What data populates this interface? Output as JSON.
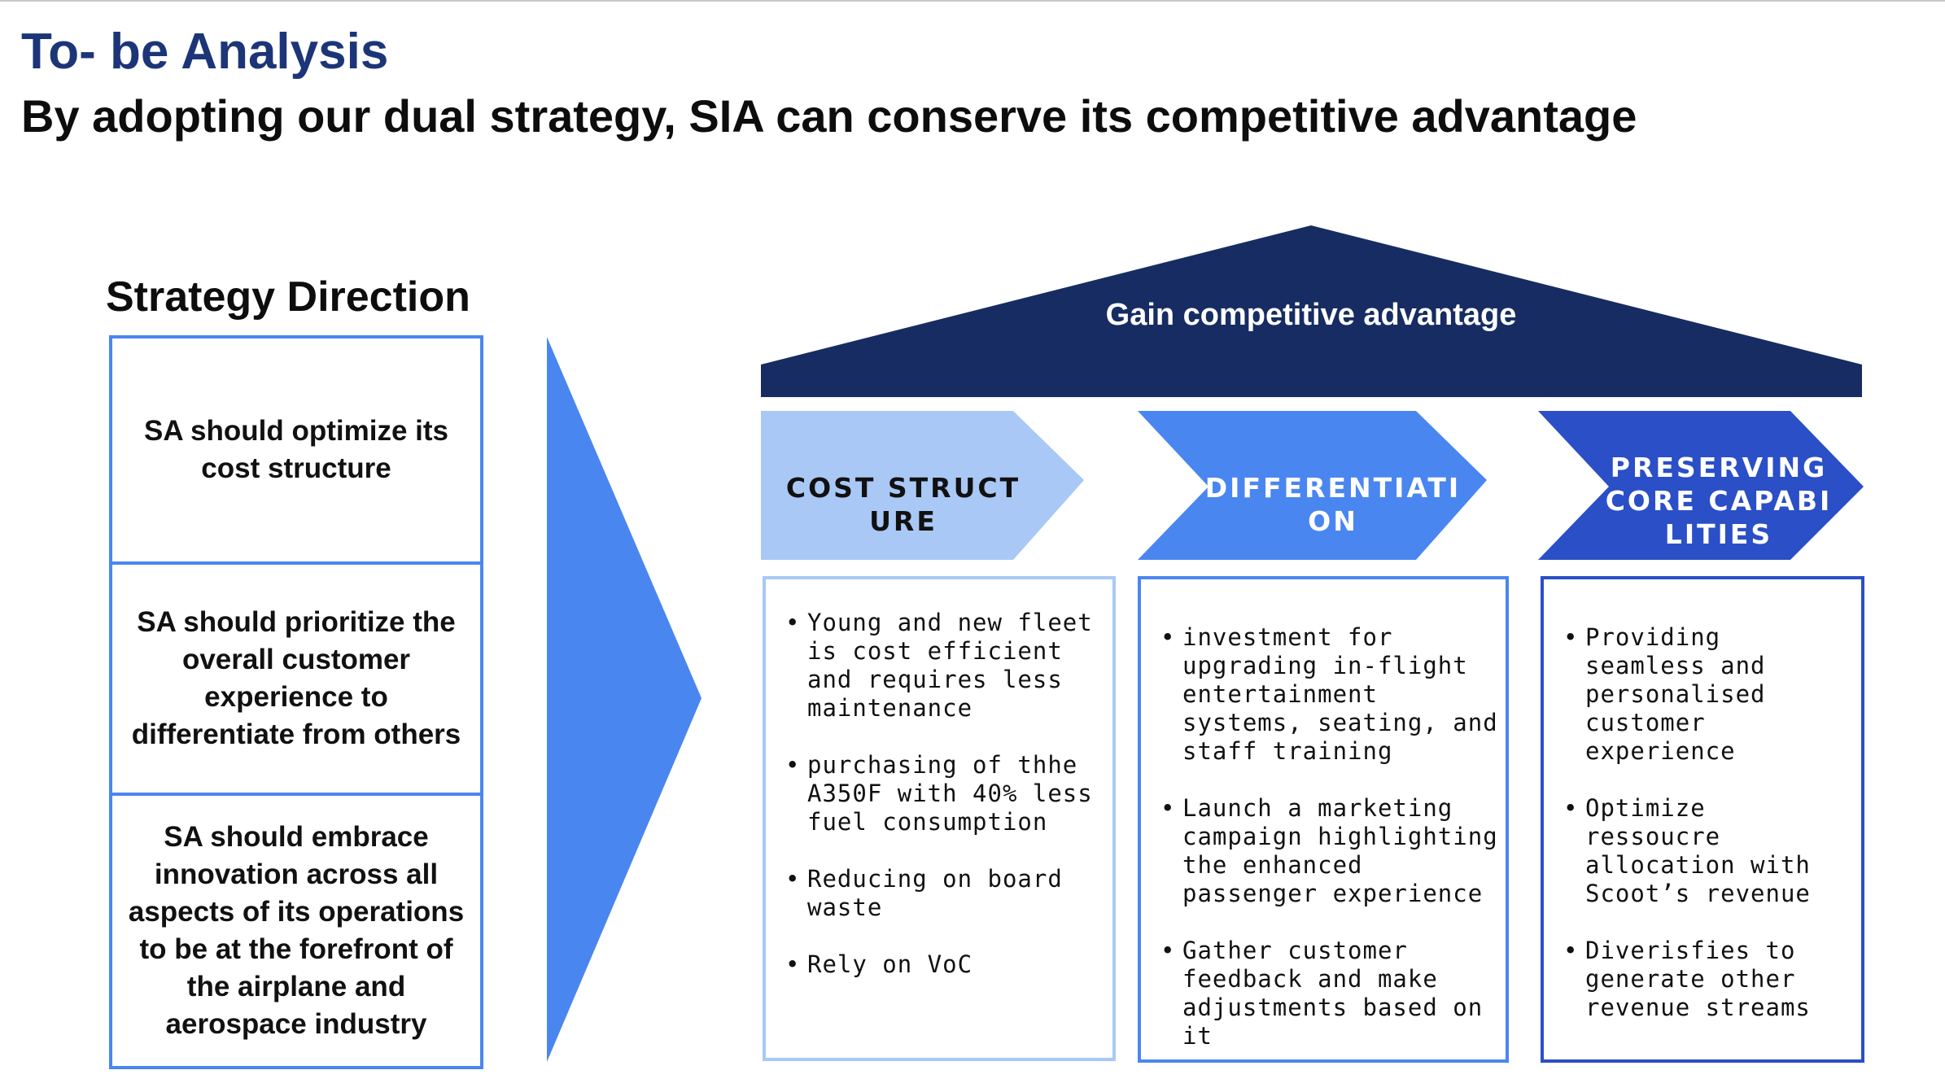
{
  "header": {
    "title": "To- be Analysis",
    "subtitle": "By adopting our dual strategy, SIA can conserve its competitive advantage"
  },
  "strategy_direction": {
    "heading": "Strategy Direction",
    "items": [
      "SA should optimize its cost structure",
      "SA should prioritize the overall customer experience to differentiate from others",
      "SA should embrace innovation across all aspects of its operations to be at the forefront of the airplane and aerospace industry"
    ]
  },
  "roof": {
    "label": "Gain competitive advantage"
  },
  "pillars": [
    {
      "title": "COST STRUCTURE",
      "bullets": [
        "Young and new fleet is cost efficient and requires less maintenance",
        "purchasing of thhe A350F with 40% less fuel consumption",
        "Reducing on board waste",
        "Rely on VoC"
      ]
    },
    {
      "title": "DIFFERENTIATION",
      "bullets": [
        "investment for upgrading in-flight entertainment systems, seating, and staff training",
        " Launch a marketing campaign highlighting the enhanced passenger experience",
        " Gather customer feedback and make adjustments based on it"
      ]
    },
    {
      "title": "PRESERVING CORE CAPABILITIES",
      "bullets": [
        "Providing seamless and personalised customer experience",
        "Optimize ressoucre allocation with Scoot’s revenue",
        "Diverisfies to generate other revenue streams"
      ]
    }
  ],
  "colors": {
    "title_navy": "#1c3578",
    "roof_navy": "#172c63",
    "light_blue": "#a9c8f5",
    "mid_blue": "#4a86f0",
    "dark_blue": "#2a4fc6",
    "big_arrow": "#4a86f0"
  },
  "bullet_glyph": "•"
}
